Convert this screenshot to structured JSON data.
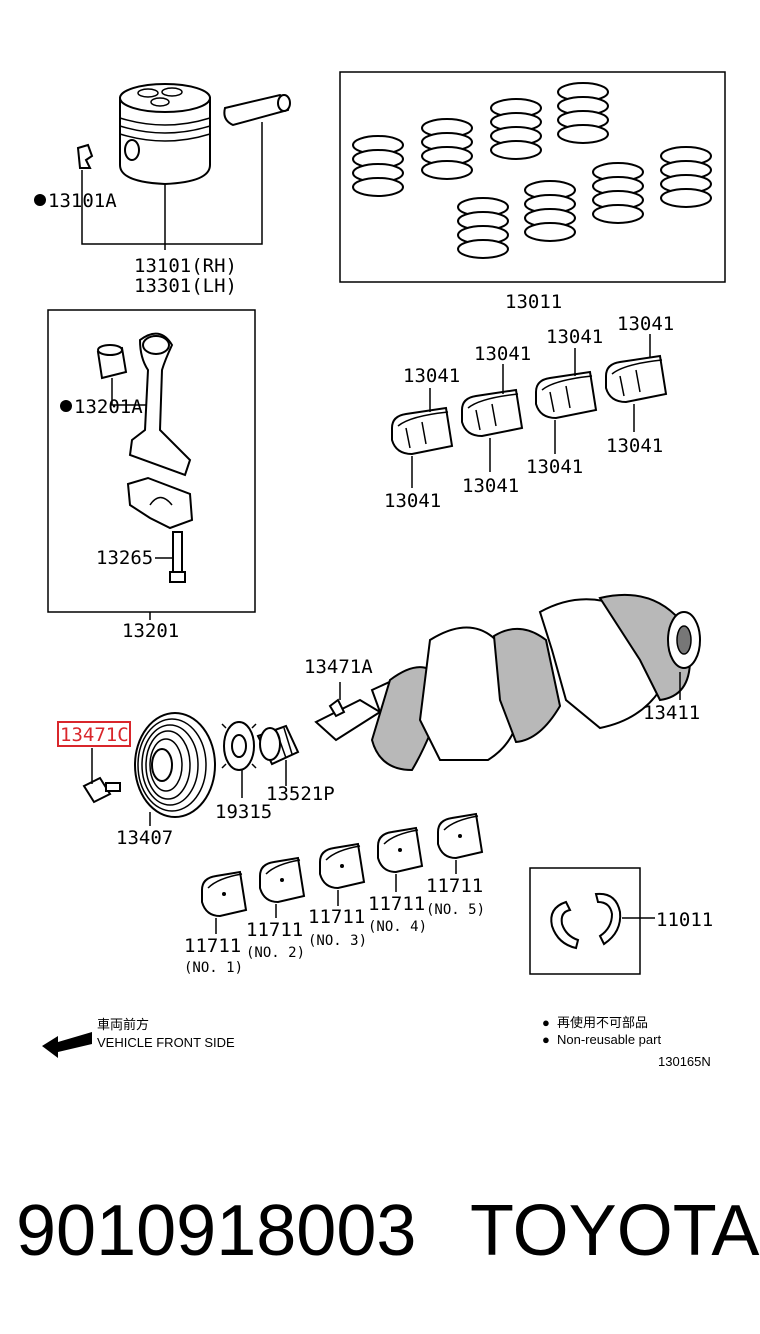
{
  "labels": {
    "piston_clip": "13101A",
    "piston_rh": "13101(RH)",
    "piston_lh": "13301(LH)",
    "ring_set": "13011",
    "conrod_bush": "13201A",
    "conrod_bolt": "13265",
    "conrod_assy": "13201",
    "bearing_a": "13041",
    "bearing_b": "13041",
    "bearing_c": "13041",
    "bearing_d": "13041",
    "bearing_e": "13041",
    "bearing_f": "13041",
    "bearing_g": "13041",
    "bearing_h": "13041",
    "key": "13471A",
    "highlighted": "13471C",
    "crankshaft": "13411",
    "pulley": "13407",
    "timing_gear": "19315",
    "sprocket": "13521P",
    "main_bearing_1": "11711",
    "main_bearing_1_no": "(NO. 1)",
    "main_bearing_2": "11711",
    "main_bearing_2_no": "(NO. 2)",
    "main_bearing_3": "11711",
    "main_bearing_3_no": "(NO. 3)",
    "main_bearing_4": "11711",
    "main_bearing_4_no": "(NO. 4)",
    "main_bearing_5": "11711",
    "main_bearing_5_no": "(NO. 5)",
    "thrust_washer": "11011"
  },
  "legend": {
    "front_jp": "車両前方",
    "front_en": "VEHICLE FRONT SIDE",
    "nonreuse_jp": "再使用不可部品",
    "nonreuse_en": "Non-reusable part",
    "drawing_no": "130165N",
    "bullet": "●"
  },
  "footer": {
    "part_number": "9010918003",
    "brand": "TOYOTA"
  },
  "colors": {
    "highlight": "#d9262b"
  }
}
